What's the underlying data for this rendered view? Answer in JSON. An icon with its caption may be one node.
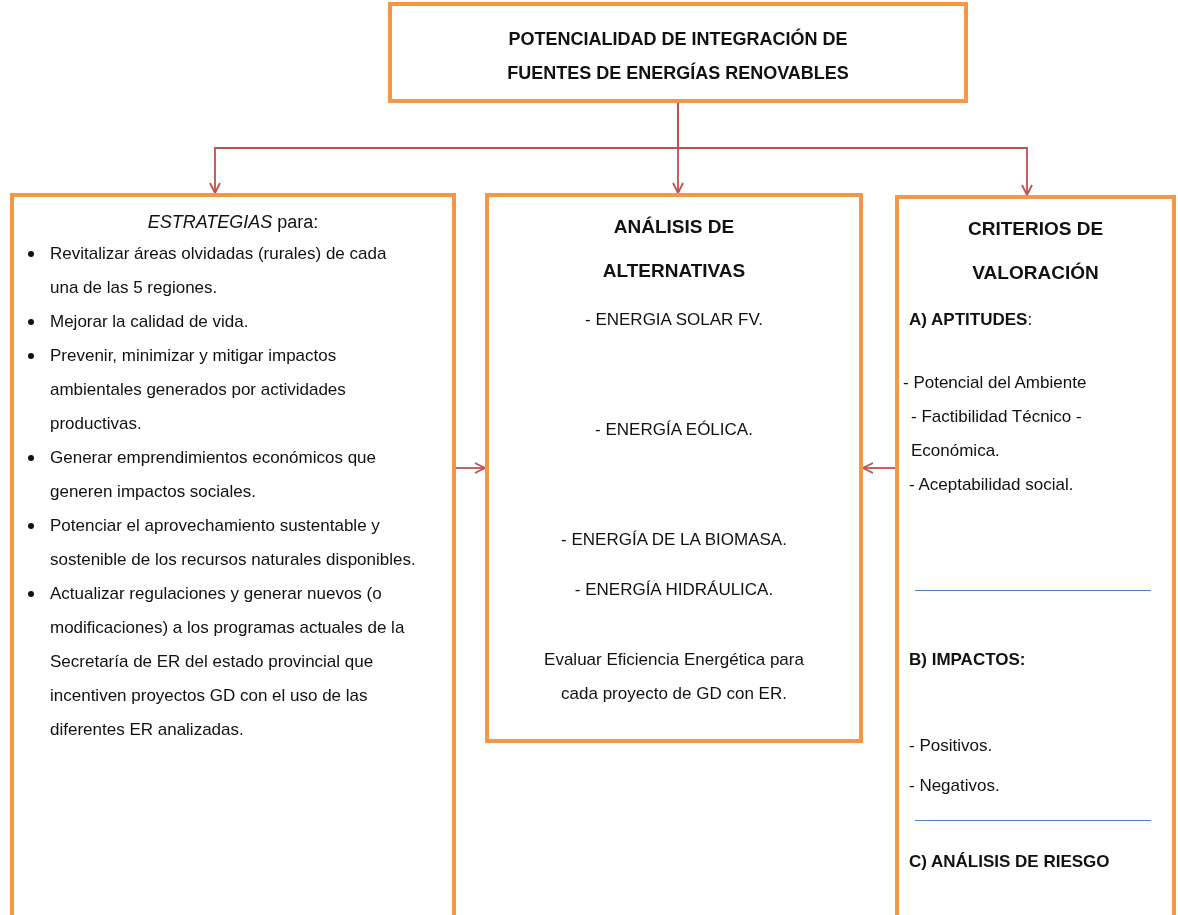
{
  "diagram": {
    "nodes": [
      {
        "text": [
          "POTENCIALIDAD DE INTEGRACIÓN DE FUENTES DE ENERGÍAS RENOVABLES"
        ]
      },
      {
        "text": [
          "*ESTRATEGIAS* para:",
          "Revitalizar áreas olvidadas (rurales) de cada una de las 5 regiones.",
          "Mejorar la calidad de vida.",
          "Prevenir, minimizar y mitigar impactos ambientales generados por actividades productivas.",
          "Generar emprendimientos económicos que generen impactos sociales.",
          "Potenciar el aprovechamiento sustentable y sostenible de los recursos naturales disponibles.",
          "Actualizar regulaciones y generar nuevos (o modificaciones) a los programas actuales de la Secretaría de ER del estado provincial que incentiven proyectos GD con el uso de las diferentes ER analizadas."
        ]
      },
      {
        "text": [
          "ANÁLISIS DE ALTERNATIVAS",
          "-  ENERGIA SOLAR FV.",
          "-  ENERGÍA EÓLICA.",
          "-  ENERGÍA DE LA BIOMASA.",
          "-  ENERGÍA HIDRÁULICA.",
          "Evaluar Eficiencia Energética para cada proyecto de GD con ER."
        ]
      },
      {
        "text": [
          "CRITERIOS DE VALORACIÓN",
          "**A)  APTITUDES**:",
          "- Potencial del Ambiente",
          "- Factibilidad Técnico - Económica.",
          "- Aceptabilidad social.",
          "B)  IMPACTOS:",
          "- Positivos.",
          "- Negativos.",
          "C) ANÁLISIS DE RIESGO"
        ]
      }
    ],
    "edges": [
      {
        "from": 0,
        "to": 1,
        "arrow": "to"
      },
      {
        "from": 0,
        "to": 2,
        "arrow": "to"
      },
      {
        "from": 0,
        "to": 3,
        "arrow": "to"
      },
      {
        "from": 1,
        "to": 2,
        "arrow": "to"
      },
      {
        "from": 3,
        "to": 2,
        "arrow": "to"
      }
    ]
  }
}
